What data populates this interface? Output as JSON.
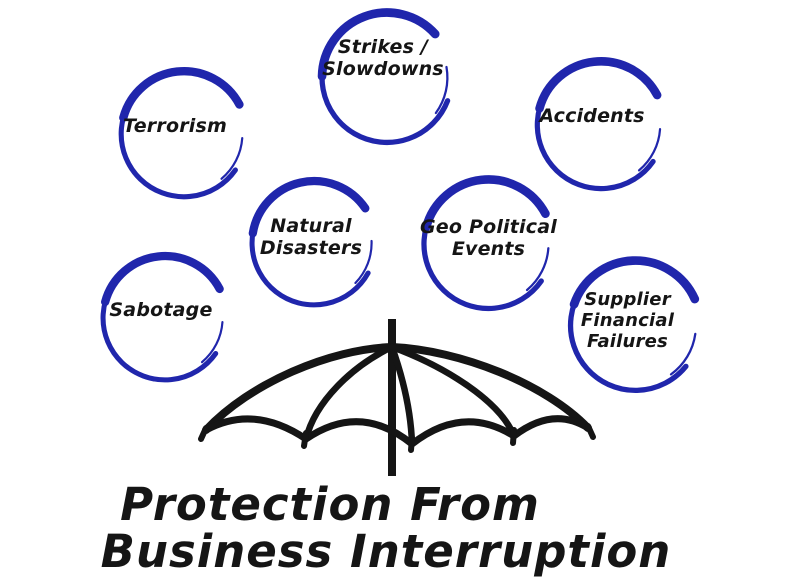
{
  "diagram": {
    "title": {
      "line1": "Protection From",
      "line2": "Business Interruption"
    },
    "risks": [
      {
        "name": "terrorism",
        "label": "Terrorism",
        "lines": [
          "Terrorism"
        ]
      },
      {
        "name": "strikes-slowdowns",
        "label": "Strikes / Slowdowns",
        "lines": [
          "Strikes /",
          "Slowdowns"
        ]
      },
      {
        "name": "accidents",
        "label": "Accidents",
        "lines": [
          "Accidents"
        ]
      },
      {
        "name": "natural-disasters",
        "label": "Natural Disasters",
        "lines": [
          "Natural",
          "Disasters"
        ]
      },
      {
        "name": "geo-political-events",
        "label": "Geo Political Events",
        "lines": [
          "Geo Political",
          "Events"
        ]
      },
      {
        "name": "sabotage",
        "label": "Sabotage",
        "lines": [
          "Sabotage"
        ]
      },
      {
        "name": "supplier-financial-failures",
        "label": "Supplier Financial Failures",
        "lines": [
          "Supplier",
          "Financial",
          "Failures"
        ]
      }
    ],
    "icons": {
      "umbrella": "umbrella-icon",
      "ring": "brush-circle-icon"
    },
    "colors": {
      "circle_blue": "#2026ac",
      "ink": "#151515",
      "background": "#ffffff"
    }
  }
}
